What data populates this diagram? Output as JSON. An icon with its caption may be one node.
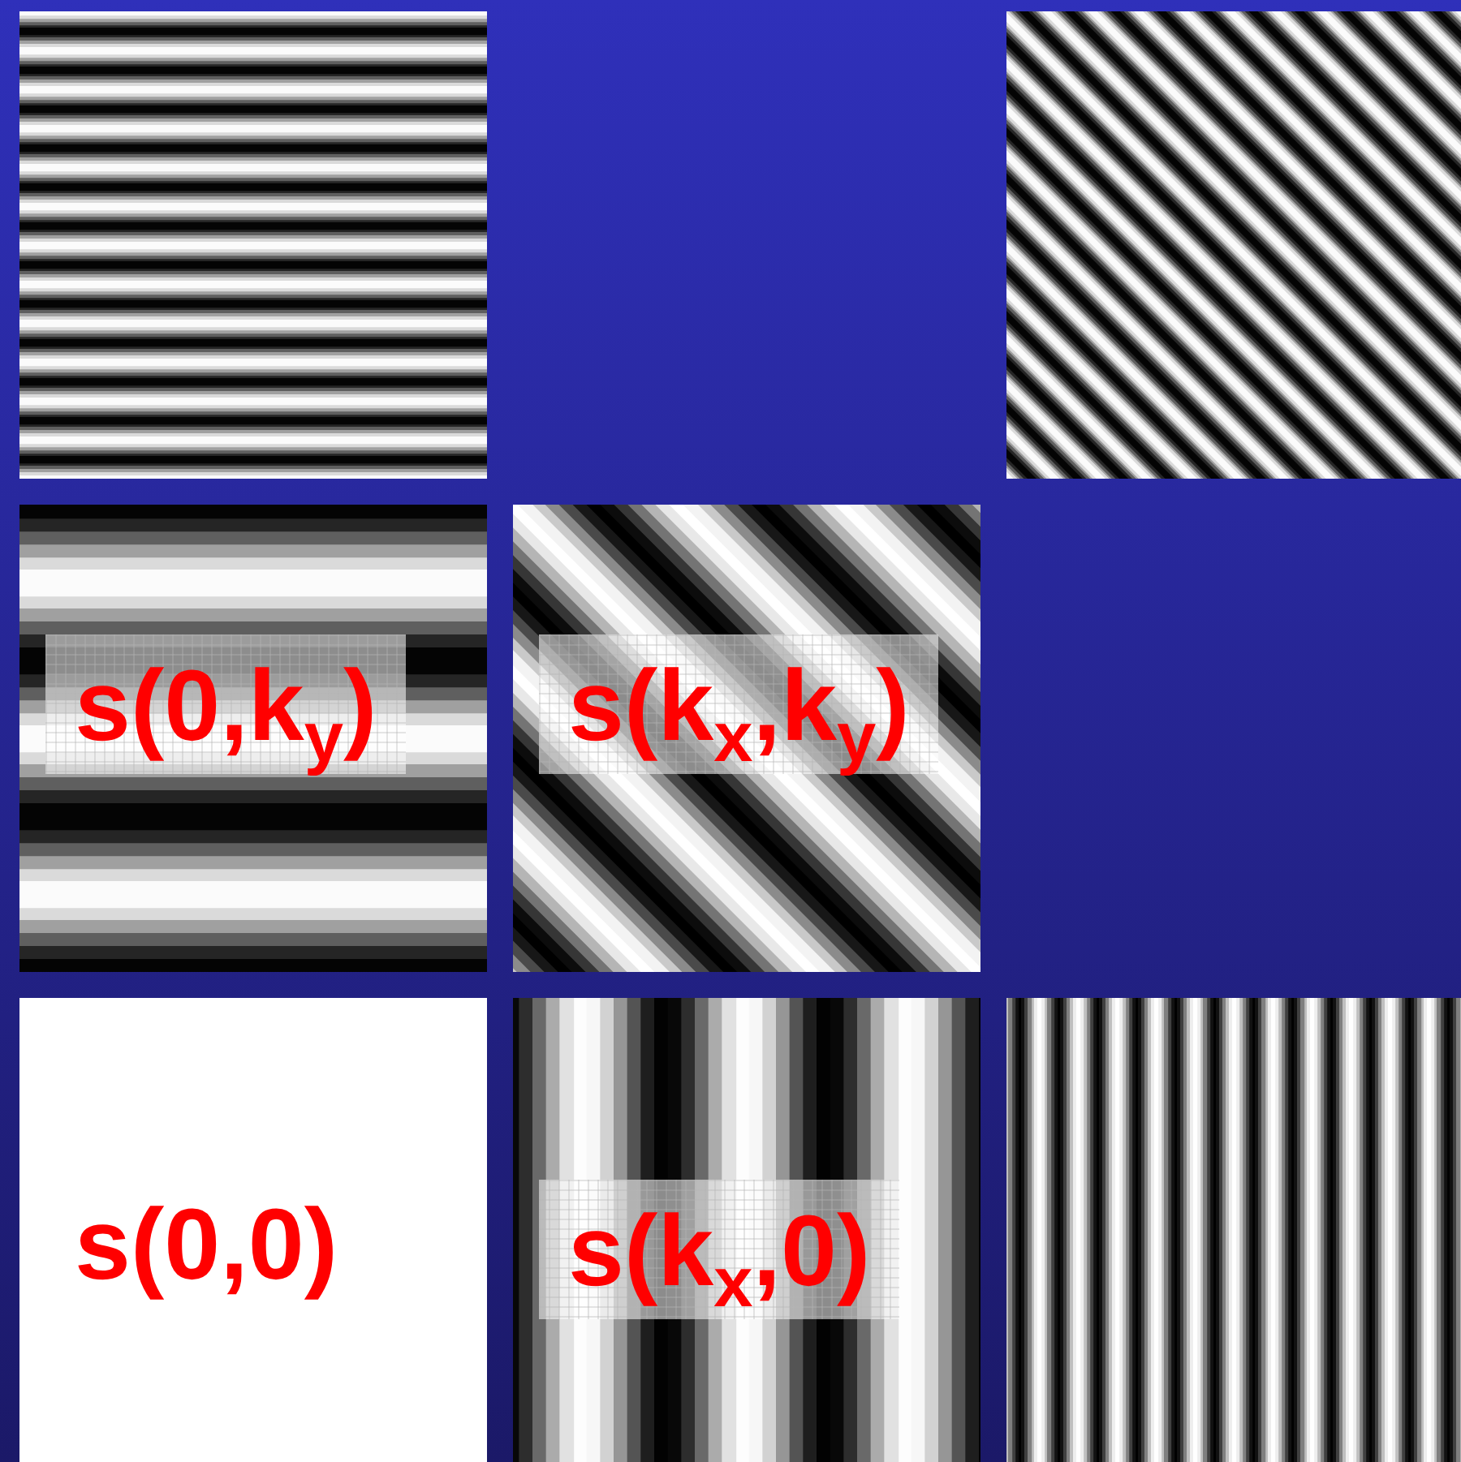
{
  "diagram": {
    "nodes": [
      {
        "text": [],
        "shape": "picture"
      },
      {
        "text": [],
        "shape": "picture"
      },
      {
        "text": [
          "s(0,k$_{y}$)"
        ]
      },
      {
        "text": [
          "s(k$_{x}$,k$_{y}$)"
        ]
      },
      {
        "text": [
          "s(0,0)"
        ]
      },
      {
        "text": [
          "s(k$_{x}$,0)"
        ]
      },
      {
        "text": [],
        "shape": "picture"
      }
    ]
  }
}
